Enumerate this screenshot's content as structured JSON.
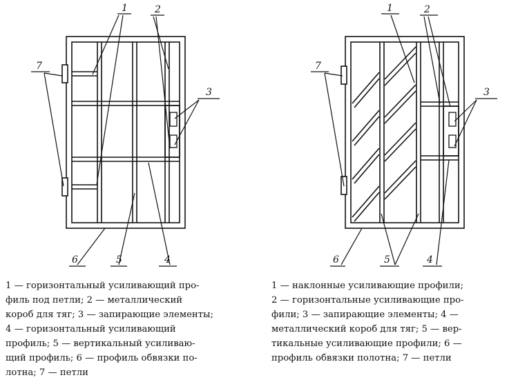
{
  "left_diagram": {
    "callouts": {
      "c1": "1",
      "c2": "2",
      "c3": "3",
      "c4": "4",
      "c5": "5",
      "c6": "6",
      "c7": "7"
    }
  },
  "right_diagram": {
    "callouts": {
      "c1": "1",
      "c2": "2",
      "c3": "3",
      "c4": "4",
      "c5": "5",
      "c6": "6",
      "c7": "7"
    }
  },
  "caption_left": {
    "lines": [
      "1 — горизонтальный усиливающий про-",
      "филь под петли; 2 —  металлический",
      "короб для тяг; 3 — запирающие элементы;",
      "4 — горизонтальный усиливающий",
      "профиль; 5 — вертикальный усиливаю-",
      "щий профиль; 6 — профиль обвязки по-",
      "лотна;  7 — петли"
    ]
  },
  "caption_right": {
    "lines": [
      "1 — наклонные усиливающие профили;",
      "2 — горизонтальные усиливающие про-",
      "фили; 3 — запирающие элементы; 4 —",
      "металлический короб для тяг; 5 — вер-",
      "тикальные усиливающие профили; 6 —",
      "профиль обвязки полотна; 7 — петли"
    ]
  }
}
